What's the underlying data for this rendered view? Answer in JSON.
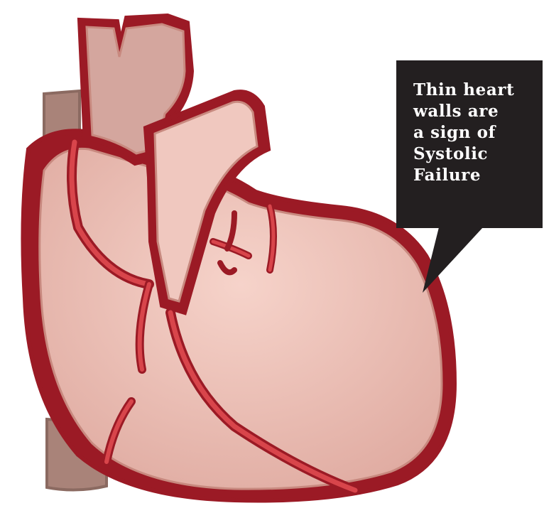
{
  "callout": {
    "lines": [
      "Thin heart",
      "walls are",
      "a sign of",
      "Systolic",
      "Failure"
    ]
  },
  "colors": {
    "background": "#ffffff",
    "heart_outline": "#9b1a25",
    "muscle_fill": "#e7b3aa",
    "muscle_highlight": "#f4cdc4",
    "vessel_red": "#d43a42",
    "vein_gray": "#a07c73",
    "callout_bg": "#231f20",
    "callout_text": "#ffffff"
  },
  "icons": [
    "heart-illustration-icon"
  ]
}
